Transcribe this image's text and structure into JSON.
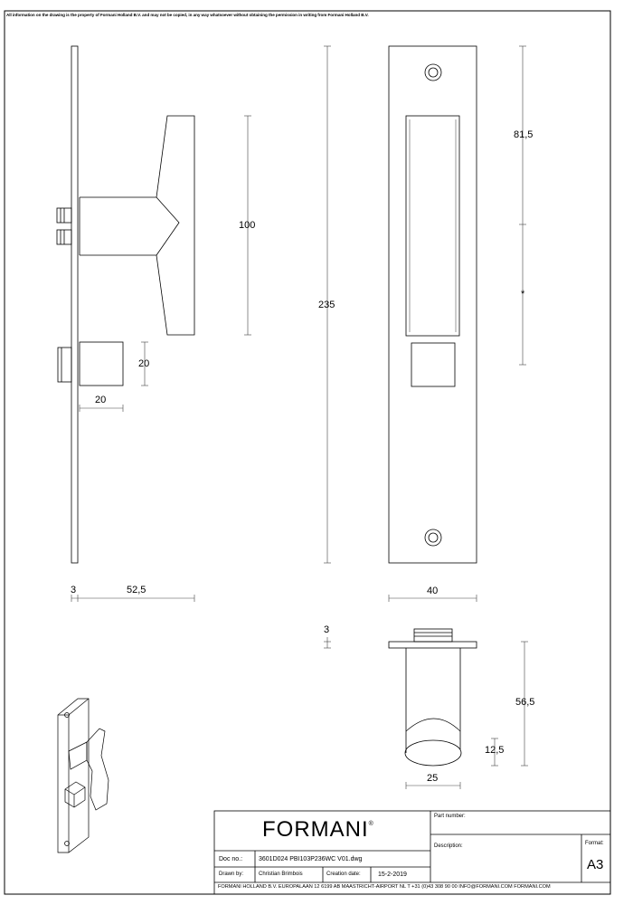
{
  "notice": "All information on the drawing is the property of Formani Holland B.V. and may not be copied, in any way whatsoever without obtaining the permission in writing from Formani Holland B.V.",
  "dimensions": {
    "side_height": "100",
    "rose_height": "20",
    "rose_width": "20",
    "plate_thickness": "3",
    "projection": "52,5",
    "total_height": "235",
    "upper_height": "81,5",
    "marker": "*",
    "plate_width": "40",
    "top_plate_thickness": "3",
    "knob_depth": "56,5",
    "knob_chamfer": "12,5",
    "knob_diameter": "25"
  },
  "title_block": {
    "brand": "FORMANI",
    "registered": "®",
    "doc_no_label": "Doc no.:",
    "doc_no": "3601D024 PBI103P236WC V01.dwg",
    "drawn_by_label": "Drawn by:",
    "drawn_by": "Christian Brimbois",
    "creation_date_label": "Creation date:",
    "creation_date": "15-2-2019",
    "part_number_label": "Part number:",
    "description_label": "Description:",
    "format_label": "Format:",
    "format_value": "A3",
    "footer": "FORMANI HOLLAND B.V.  EUROPALAAN 12  6199 AB MAASTRICHT-AIRPORT NL  T +31 (0)43 308 90 00 INFO@FORMANI.COM FORMANI.COM"
  },
  "colors": {
    "line": "#000000",
    "dim_line": "#444444",
    "background": "#ffffff"
  }
}
